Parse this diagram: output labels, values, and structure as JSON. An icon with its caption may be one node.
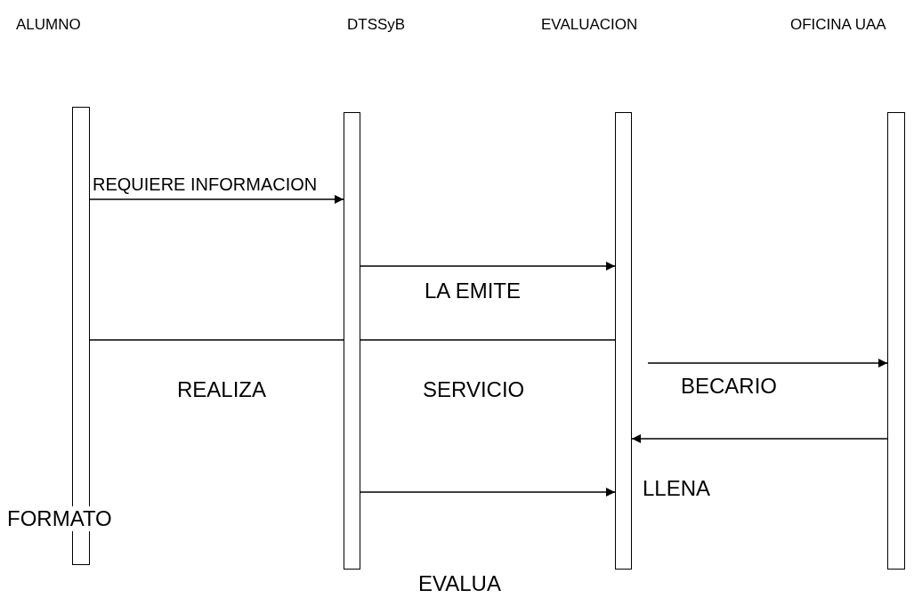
{
  "diagram": {
    "nodes": [
      {
        "text": [],
        "shape": "bar"
      },
      {
        "text": [],
        "shape": "bar"
      },
      {
        "text": [],
        "shape": "bar"
      },
      {
        "text": [],
        "shape": "bar"
      }
    ],
    "edges": [
      {
        "from": 0,
        "to": 1,
        "arrow": "to",
        "label": "REQUIERE INFORMACION"
      },
      {
        "from": 1,
        "to": 2,
        "arrow": "to",
        "label": "LA EMITE"
      },
      {
        "from": 0,
        "to": 1,
        "arrow": "none"
      },
      {
        "from": 1,
        "to": 2,
        "arrow": "none"
      },
      {
        "from": 2,
        "to": 3,
        "arrow": "to",
        "label": "BECARIO"
      },
      {
        "from": 3,
        "to": 2,
        "arrow": "to",
        "label": "LLENA"
      },
      {
        "from": 1,
        "to": 2,
        "arrow": "to"
      }
    ],
    "labels": [
      "ALUMNO",
      "DTSSyB",
      "EVALUACION",
      "OFICINA UAA",
      "REALIZA",
      "SERVICIO",
      "FORMATO",
      "EVALUA"
    ]
  }
}
